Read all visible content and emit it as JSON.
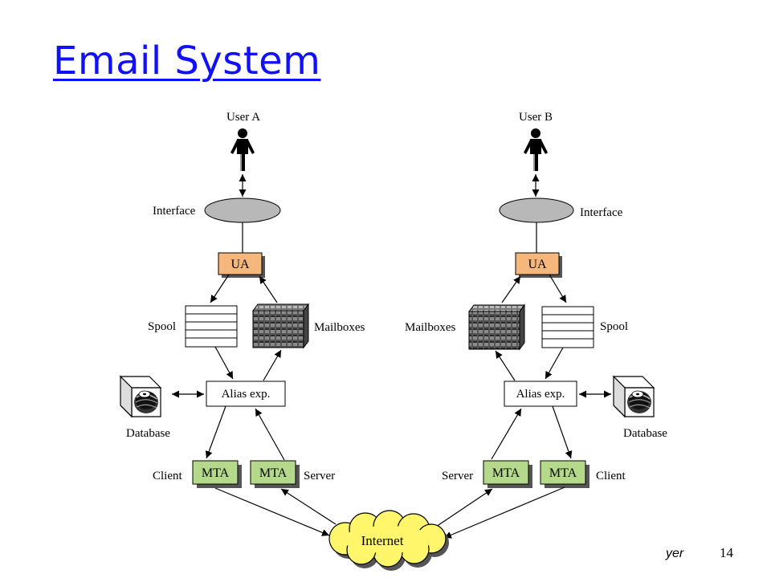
{
  "slide": {
    "title": "Email System",
    "footer_text": "yer",
    "page_number": "14"
  },
  "diagram": {
    "left": {
      "user": "User A",
      "interface": "Interface",
      "ua": "UA",
      "spool": "Spool",
      "mailboxes": "Mailboxes",
      "alias": "Alias exp.",
      "database": "Database",
      "client": "Client",
      "server": "Server",
      "mta_client": "MTA",
      "mta_server": "MTA"
    },
    "right": {
      "user": "User B",
      "interface": "Interface",
      "ua": "UA",
      "spool": "Spool",
      "mailboxes": "Mailboxes",
      "alias": "Alias exp.",
      "database": "Database",
      "client": "Client",
      "server": "Server",
      "mta_client": "MTA",
      "mta_server": "MTA"
    },
    "internet": "Internet",
    "colors": {
      "ua_fill": "#f6b77c",
      "mta_fill": "#b5d98a",
      "interface_fill": "#b8b8b8",
      "internet_fill": "#fff66b",
      "shadow": "#555555"
    }
  }
}
